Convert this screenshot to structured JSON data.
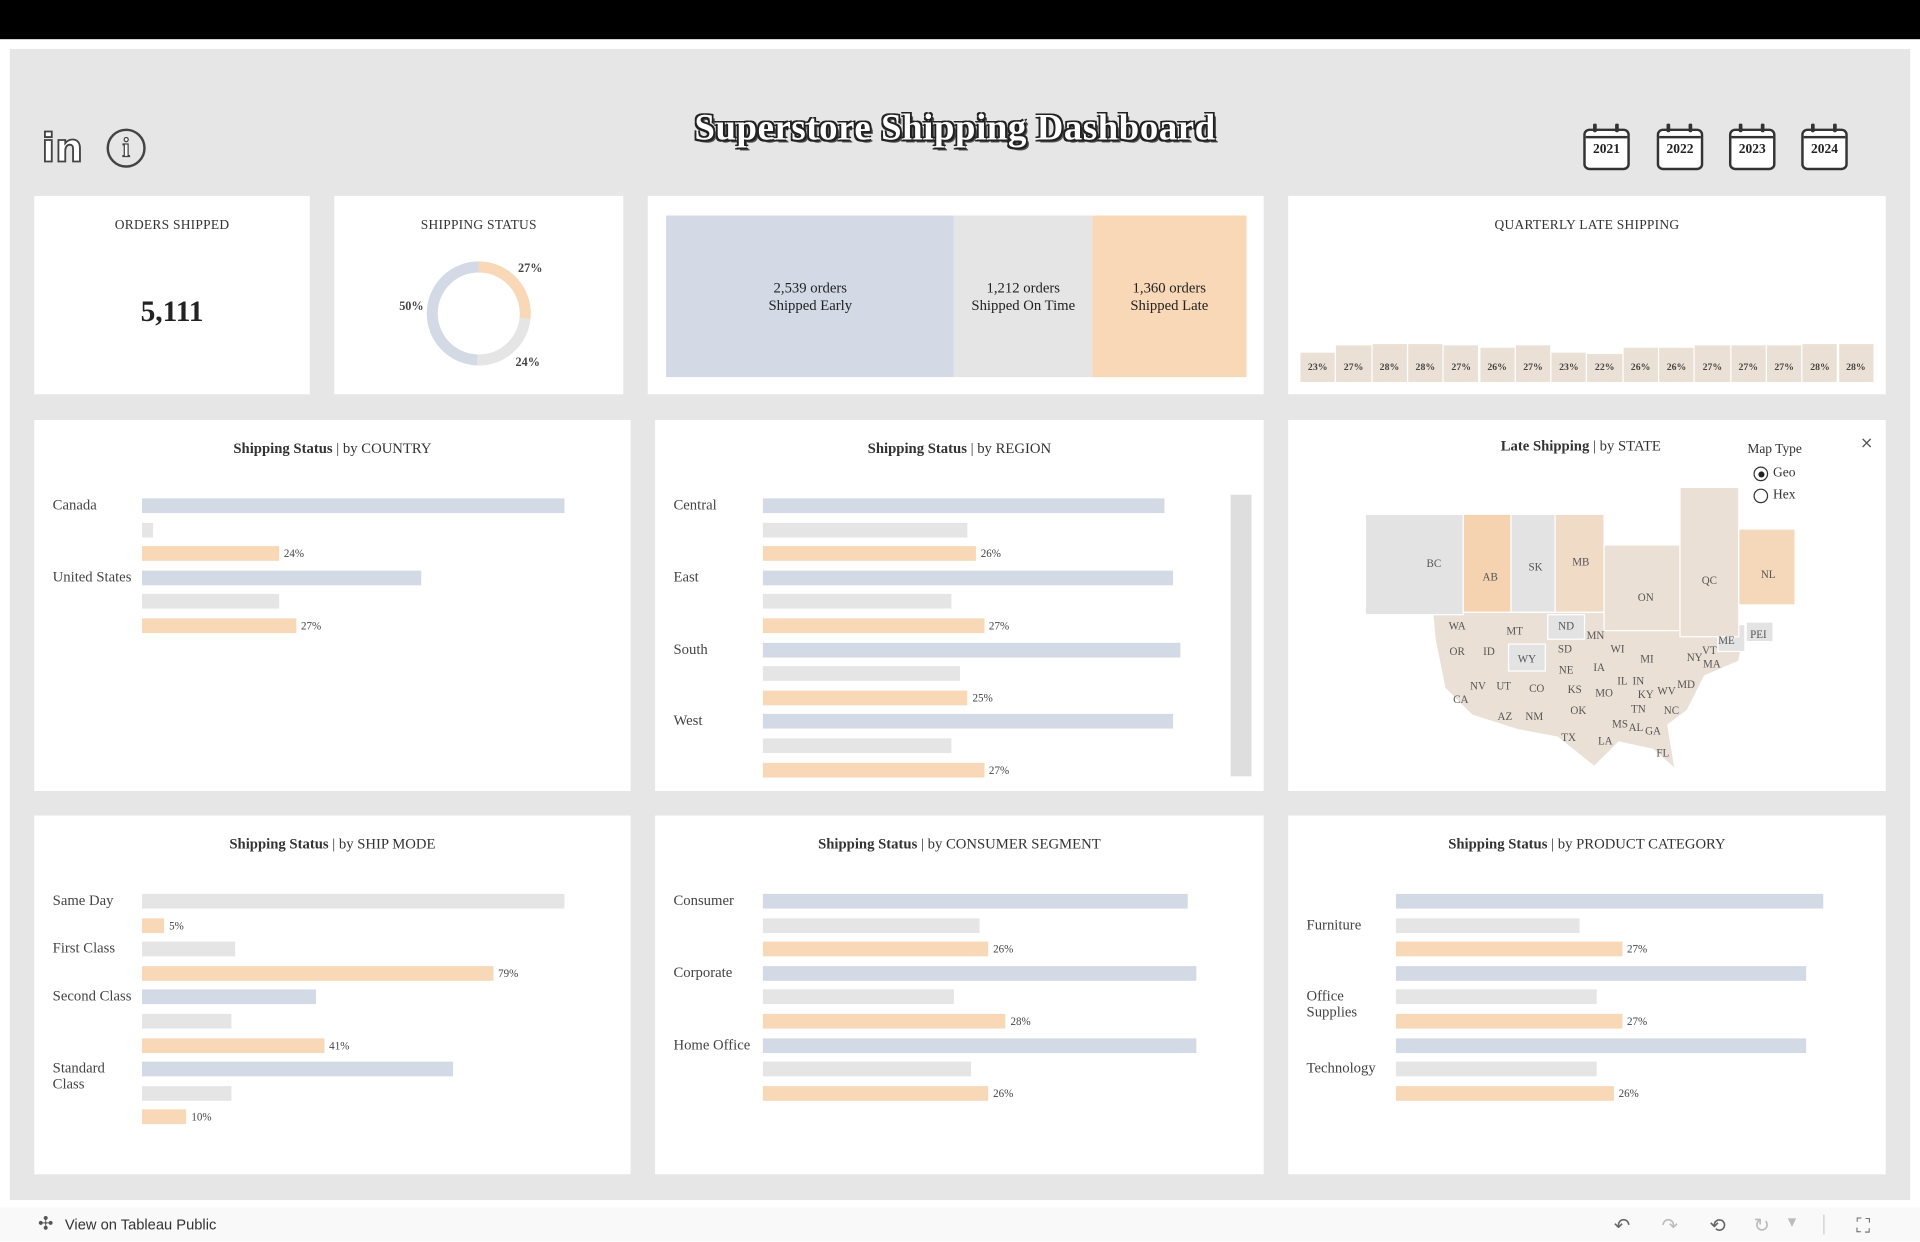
{
  "header": {
    "title": "Superstore Shipping Dashboard",
    "linkedin_icon": "linkedin-icon",
    "info_icon": "info-icon",
    "year_filters": [
      "2021",
      "2022",
      "2023",
      "2024"
    ]
  },
  "colors": {
    "early": "#d3dae5",
    "on_time": "#e5e5e5",
    "late": "#f8d8b7",
    "quarterly_bar": "#ebe0d5",
    "background": "#e6e6e6"
  },
  "orders_shipped": {
    "title": "ORDERS SHIPPED",
    "value": "5,111"
  },
  "shipping_status": {
    "title": "SHIPPING STATUS",
    "slices": [
      {
        "status": "late",
        "value": 27,
        "label": "27%"
      },
      {
        "status": "on_time",
        "value": 24,
        "label": "24%"
      },
      {
        "status": "early",
        "value": 50,
        "label": "50%"
      }
    ]
  },
  "status_blocks": [
    {
      "status": "early",
      "count": "2,539 orders",
      "label": "Shipped Early",
      "orders": 2539
    },
    {
      "status": "on_time",
      "count": "1,212 orders",
      "label": "Shipped On Time",
      "orders": 1212
    },
    {
      "status": "late",
      "count": "1,360 orders",
      "label": "Shipped Late",
      "orders": 1360
    }
  ],
  "quarterly": {
    "title": "QUARTERLY LATE SHIPPING",
    "values": [
      23,
      27,
      28,
      28,
      27,
      26,
      27,
      23,
      22,
      26,
      26,
      27,
      27,
      27,
      28,
      28
    ],
    "labels": [
      "23%",
      "27%",
      "28%",
      "28%",
      "27%",
      "26%",
      "27%",
      "23%",
      "22%",
      "26%",
      "26%",
      "27%",
      "27%",
      "27%",
      "28%",
      "28%"
    ]
  },
  "charts": {
    "country": {
      "title_bold": "Shipping Status",
      "title_rest": " | by COUNTRY",
      "rows": [
        {
          "label": "Canada",
          "early": 74,
          "on_time": 2,
          "late": 24,
          "late_label": "24%"
        },
        {
          "label": "United States",
          "early": 49,
          "on_time": 24,
          "late": 27,
          "late_label": "27%"
        }
      ]
    },
    "region": {
      "title_bold": "Shipping Status",
      "title_rest": " | by REGION",
      "rows": [
        {
          "label": "Central",
          "early": 49,
          "on_time": 25,
          "late": 26,
          "late_label": "26%"
        },
        {
          "label": "East",
          "early": 50,
          "on_time": 23,
          "late": 27,
          "late_label": "27%"
        },
        {
          "label": "South",
          "early": 51,
          "on_time": 24,
          "late": 25,
          "late_label": "25%"
        },
        {
          "label": "West",
          "early": 50,
          "on_time": 23,
          "late": 27,
          "late_label": "27%"
        }
      ]
    },
    "ship_mode": {
      "title_bold": "Shipping Status",
      "title_rest": " | by SHIP MODE",
      "rows": [
        {
          "label": "Same Day",
          "early": null,
          "on_time": 95,
          "late": 5,
          "late_label": "5%"
        },
        {
          "label": "First Class",
          "early": null,
          "on_time": 21,
          "late": 79,
          "late_label": "79%"
        },
        {
          "label": "Second Class",
          "early": 39,
          "on_time": 20,
          "late": 41,
          "late_label": "41%"
        },
        {
          "label": "Standard Class",
          "early": 70,
          "on_time": 20,
          "late": 10,
          "late_label": "10%"
        }
      ]
    },
    "segment": {
      "title_bold": "Shipping Status",
      "title_rest": " | by CONSUMER SEGMENT",
      "rows": [
        {
          "label": "Consumer",
          "early": 49,
          "on_time": 25,
          "late": 26,
          "late_label": "26%"
        },
        {
          "label": "Corporate",
          "early": 50,
          "on_time": 22,
          "late": 28,
          "late_label": "28%"
        },
        {
          "label": "Home Office",
          "early": 50,
          "on_time": 24,
          "late": 26,
          "late_label": "26%"
        }
      ]
    },
    "category": {
      "title_bold": "Shipping Status",
      "title_rest": " | by PRODUCT CATEGORY",
      "rows": [
        {
          "label": "Furniture",
          "early": 51,
          "on_time": 22,
          "late": 27,
          "late_label": "27%"
        },
        {
          "label": "Office Supplies",
          "early": 49,
          "on_time": 24,
          "late": 27,
          "late_label": "27%"
        },
        {
          "label": "Technology",
          "early": 49,
          "on_time": 24,
          "late": 26,
          "late_label": "26%"
        }
      ]
    }
  },
  "map": {
    "title_bold": "Late Shipping",
    "title_rest": " | by STATE",
    "map_type_label": "Map Type",
    "options": [
      {
        "label": "Geo",
        "selected": true
      },
      {
        "label": "Hex",
        "selected": false
      }
    ],
    "close_icon": "close-icon",
    "regions": [
      {
        "code": "BC",
        "color": "#e3e3e3"
      },
      {
        "code": "AB",
        "color": "#f5d3b0"
      },
      {
        "code": "SK",
        "color": "#e3e3e3"
      },
      {
        "code": "MB",
        "color": "#f0dbc7"
      },
      {
        "code": "ON",
        "color": "#ebe0d6"
      },
      {
        "code": "QC",
        "color": "#ebe0d6"
      },
      {
        "code": "NL",
        "color": "#f5d7b9"
      }
    ],
    "labels": [
      "BC",
      "AB",
      "SK",
      "MB",
      "ON",
      "QC",
      "NL",
      "WA",
      "MT",
      "ND",
      "MN",
      "WI",
      "MI",
      "OR",
      "ID",
      "WY",
      "SD",
      "NE",
      "IA",
      "IL",
      "IN",
      "NV",
      "UT",
      "CO",
      "KS",
      "MO",
      "KY",
      "WV",
      "MD",
      "CA",
      "AZ",
      "NM",
      "OK",
      "TN",
      "NC",
      "MS",
      "AL",
      "GA",
      "TX",
      "LA",
      "FL",
      "ME",
      "PEI",
      "VT",
      "NY",
      "MA"
    ]
  },
  "footer": {
    "view_label": "View on Tableau Public",
    "icons": [
      "undo-icon",
      "redo-icon",
      "revert-icon",
      "refresh-icon",
      "fullscreen-icon"
    ]
  }
}
